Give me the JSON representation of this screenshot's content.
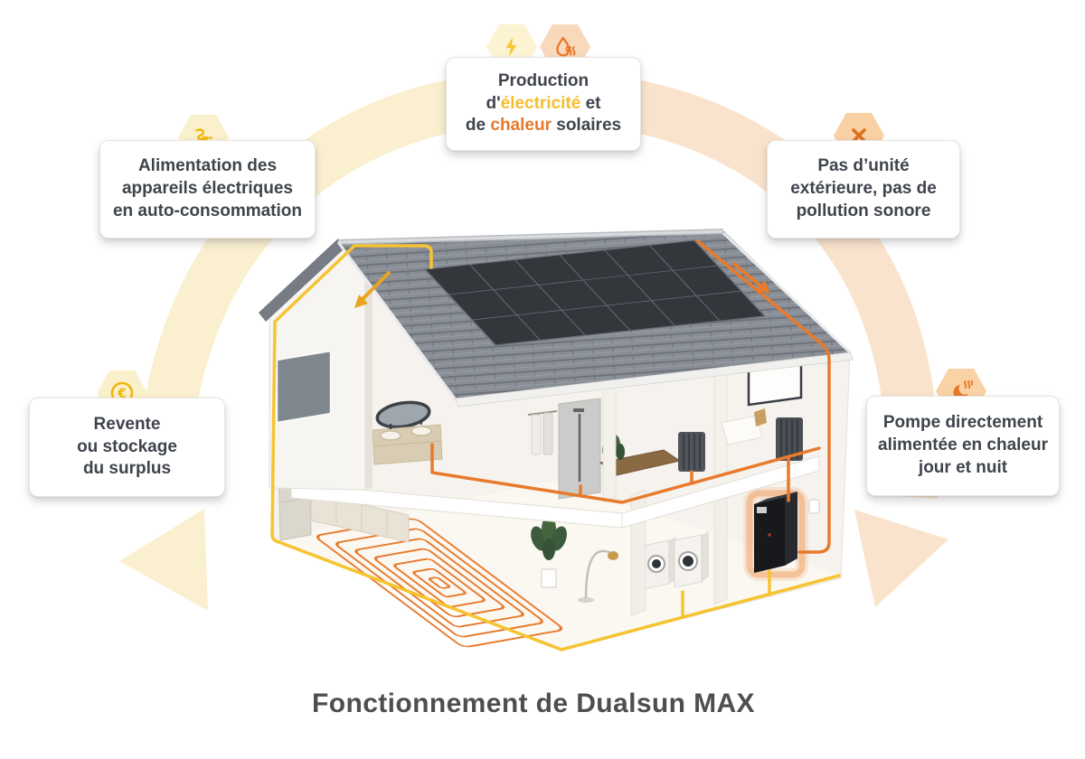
{
  "title": "Fonctionnement de Dualsun MAX",
  "colors": {
    "accent_yellow": "#f5be2a",
    "accent_orange": "#e8792b",
    "hex_pale_yellow": "#fcf3d2",
    "hex_pale_peach": "#f9d3a9",
    "arc_left": "#faf0d0",
    "arc_right": "#fae3cc",
    "cable_yellow": "#f6c331",
    "cable_orange": "#e87a2c",
    "text_dark": "#3f444c"
  },
  "callouts": {
    "production": {
      "icons": [
        "lightning-icon",
        "heat-drop-icon"
      ],
      "line1": "Production",
      "line2_pre": "d'",
      "line2_highlight": "électricité",
      "line2_post": " et",
      "line3_pre": "de ",
      "line3_highlight": "chaleur",
      "line3_post": " solaires"
    },
    "alimentation": {
      "icon": "plug-icon",
      "lines": [
        "Alimentation des",
        "appareils électriques",
        "en auto-consommation"
      ]
    },
    "pas_unite": {
      "icon": "cross-icon",
      "lines": [
        "Pas d’unité",
        "extérieure, pas de",
        "pollution sonore"
      ]
    },
    "revente": {
      "icon": "euro-coin-icon",
      "lines": [
        "Revente",
        "ou stockage",
        "du surplus"
      ]
    },
    "pompe": {
      "icon": "moon-heat-icon",
      "lines": [
        "Pompe directement",
        "alimentée en chaleur",
        "jour et nuit"
      ]
    }
  }
}
